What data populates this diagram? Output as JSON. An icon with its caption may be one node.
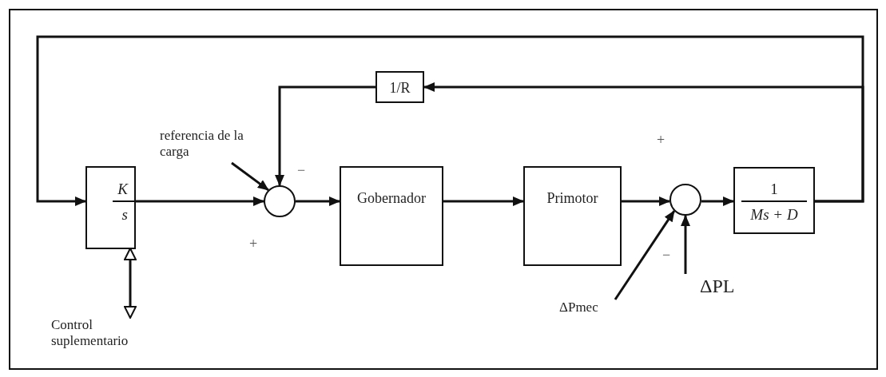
{
  "diagram": {
    "nodes": [
      {
        "text": [
          "K",
          "s"
        ]
      },
      {
        "text": [],
        "shape": "circle"
      },
      {
        "text": [
          "Gobernador"
        ]
      },
      {
        "text": [
          "Primotor"
        ]
      },
      {
        "text": [],
        "shape": "circle"
      },
      {
        "text": [
          "1",
          "Ms + D"
        ]
      },
      {
        "text": [
          "1/R"
        ]
      },
      {
        "text": [
          "referencia de la carga"
        ]
      },
      {
        "text": [
          "ΔPmec"
        ]
      },
      {
        "text": [
          "ΔPL"
        ]
      },
      {
        "text": [
          "Control suplementario"
        ]
      }
    ],
    "edges": [
      {
        "from": 0,
        "to": 1,
        "arrow": "to"
      },
      {
        "from": 1,
        "to": 2,
        "arrow": "to"
      },
      {
        "from": 2,
        "to": 3,
        "arrow": "to"
      },
      {
        "from": 3,
        "to": 4,
        "arrow": "to"
      },
      {
        "from": 4,
        "to": 5,
        "arrow": "to"
      },
      {
        "from": 5,
        "to": 0,
        "arrow": "to"
      },
      {
        "from": 5,
        "to": 6,
        "arrow": "to"
      },
      {
        "from": 6,
        "to": 1,
        "arrow": "to"
      },
      {
        "from": 7,
        "to": 1,
        "arrow": "to"
      },
      {
        "from": 8,
        "to": 4,
        "arrow": "to"
      },
      {
        "from": 9,
        "to": 4,
        "arrow": "to"
      },
      {
        "from": 10,
        "to": 0,
        "arrow": "both"
      }
    ],
    "labels": [
      "+",
      "−",
      "+",
      "−"
    ]
  }
}
